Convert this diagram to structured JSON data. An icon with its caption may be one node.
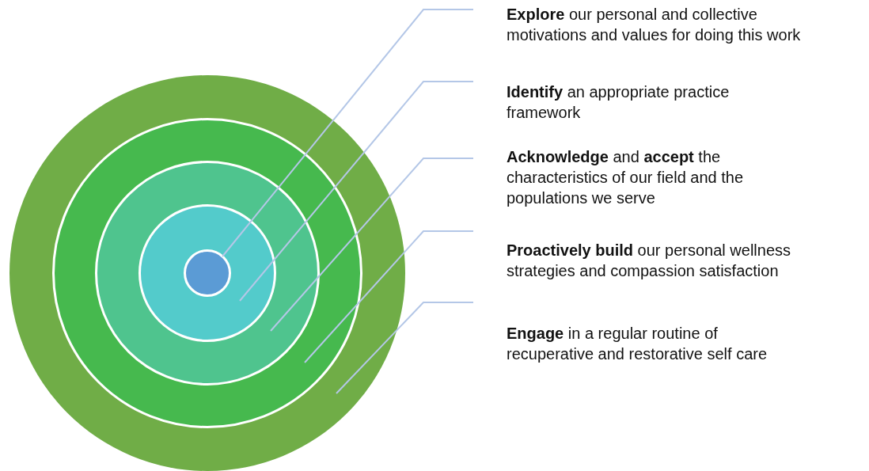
{
  "diagram": {
    "nodes": [
      {
        "text": [],
        "shape": "circle"
      },
      {
        "text": [],
        "shape": "circle",
        "in": 0
      },
      {
        "text": [],
        "shape": "circle",
        "in": 1
      },
      {
        "text": [],
        "shape": "circle",
        "in": 2
      },
      {
        "text": [],
        "shape": "circle",
        "in": 3
      },
      {
        "text": [
          "**Explore** our personal and collective motivations and values for doing this work"
        ]
      },
      {
        "text": [
          "**Identify** an appropriate practice framework"
        ]
      },
      {
        "text": [
          "**Acknowledge** and **accept** the characteristics of our field and the populations we serve"
        ]
      },
      {
        "text": [
          "**Proactively build** our personal wellness strategies and compassion satisfaction"
        ]
      },
      {
        "text": [
          "**Engage** in a regular routine of recuperative and restorative self care"
        ]
      }
    ],
    "edges": [
      {
        "from": 5,
        "to": 4,
        "arrow": "none"
      },
      {
        "from": 6,
        "to": 3,
        "arrow": "none"
      },
      {
        "from": 7,
        "to": 2,
        "arrow": "none"
      },
      {
        "from": 8,
        "to": 1,
        "arrow": "none"
      },
      {
        "from": 9,
        "to": 0,
        "arrow": "none"
      }
    ]
  }
}
